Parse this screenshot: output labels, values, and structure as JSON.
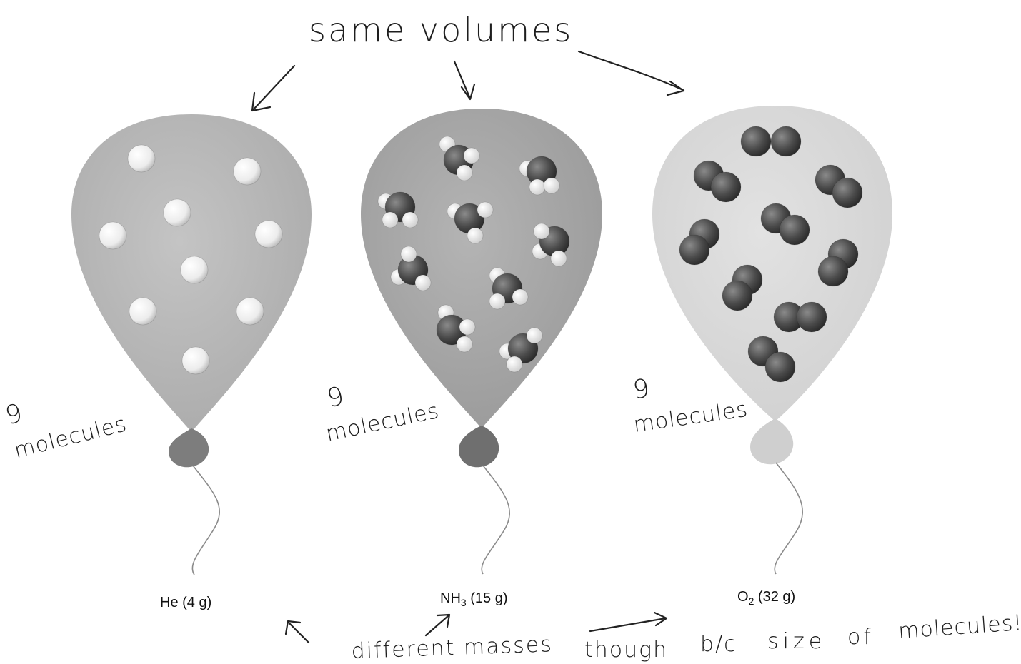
{
  "annotations": {
    "top_note": "same volumes",
    "count_he": {
      "line1": "9",
      "line2": "molecules"
    },
    "count_nh3": {
      "line1": "9",
      "line2": "molecules"
    },
    "count_o2": {
      "line1": "9",
      "line2": "molecules"
    },
    "bottom_note": {
      "part1": "different masses",
      "part2": "though",
      "part3": "b/c",
      "part4": "size",
      "part5": "of",
      "part6": "molecules!"
    }
  },
  "balloons": [
    {
      "id": "he",
      "formula": "He",
      "subscript": "",
      "mass": " (4 g)",
      "molecule_count": 9,
      "molecule": "helium-atom"
    },
    {
      "id": "nh3",
      "formula": "NH",
      "subscript": "3",
      "mass": " (15 g)",
      "molecule_count": 9,
      "molecule": "ammonia"
    },
    {
      "id": "o2",
      "formula": "O",
      "subscript": "2",
      "mass": " (32 g)",
      "molecule_count": 9,
      "molecule": "oxygen-diatomic"
    }
  ],
  "colors": {
    "he_balloon": "#b8b8b8",
    "nh3_balloon": "#a6a6a6",
    "o2_balloon": "#dadada",
    "he_atom": "#f2f2f2",
    "nitrogen": "#3a3a3a",
    "hydrogen": "#f4f4f4",
    "oxygen": "#4a4a4a"
  }
}
